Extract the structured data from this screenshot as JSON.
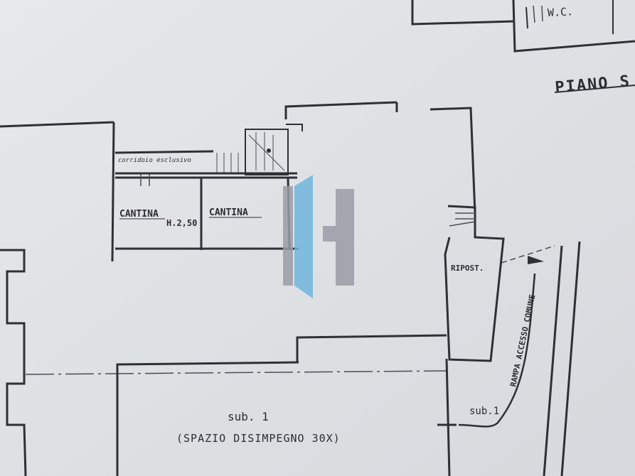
{
  "plan": {
    "wc_label": "W.C.",
    "floor_label": "PIANO S",
    "corridor_label": "corridoio esclusivo",
    "cantina_left_label": "CANTINA",
    "height_label": "H.2,50",
    "cantina_right_label": "CANTINA",
    "ripost_label": "RIPOST.",
    "ramp_label": "RAMPA ACCESSO COMUNE",
    "sub_right_label": "sub.1",
    "sub_main_label": "sub. 1",
    "space_label": "(SPAZIO DISIMPEGNO 30X)"
  },
  "colors": {
    "paper": "#dfe2e5",
    "ink": "#2e3036",
    "logo_blue": "#6fb6dd",
    "logo_gray": "#9a9da6"
  }
}
